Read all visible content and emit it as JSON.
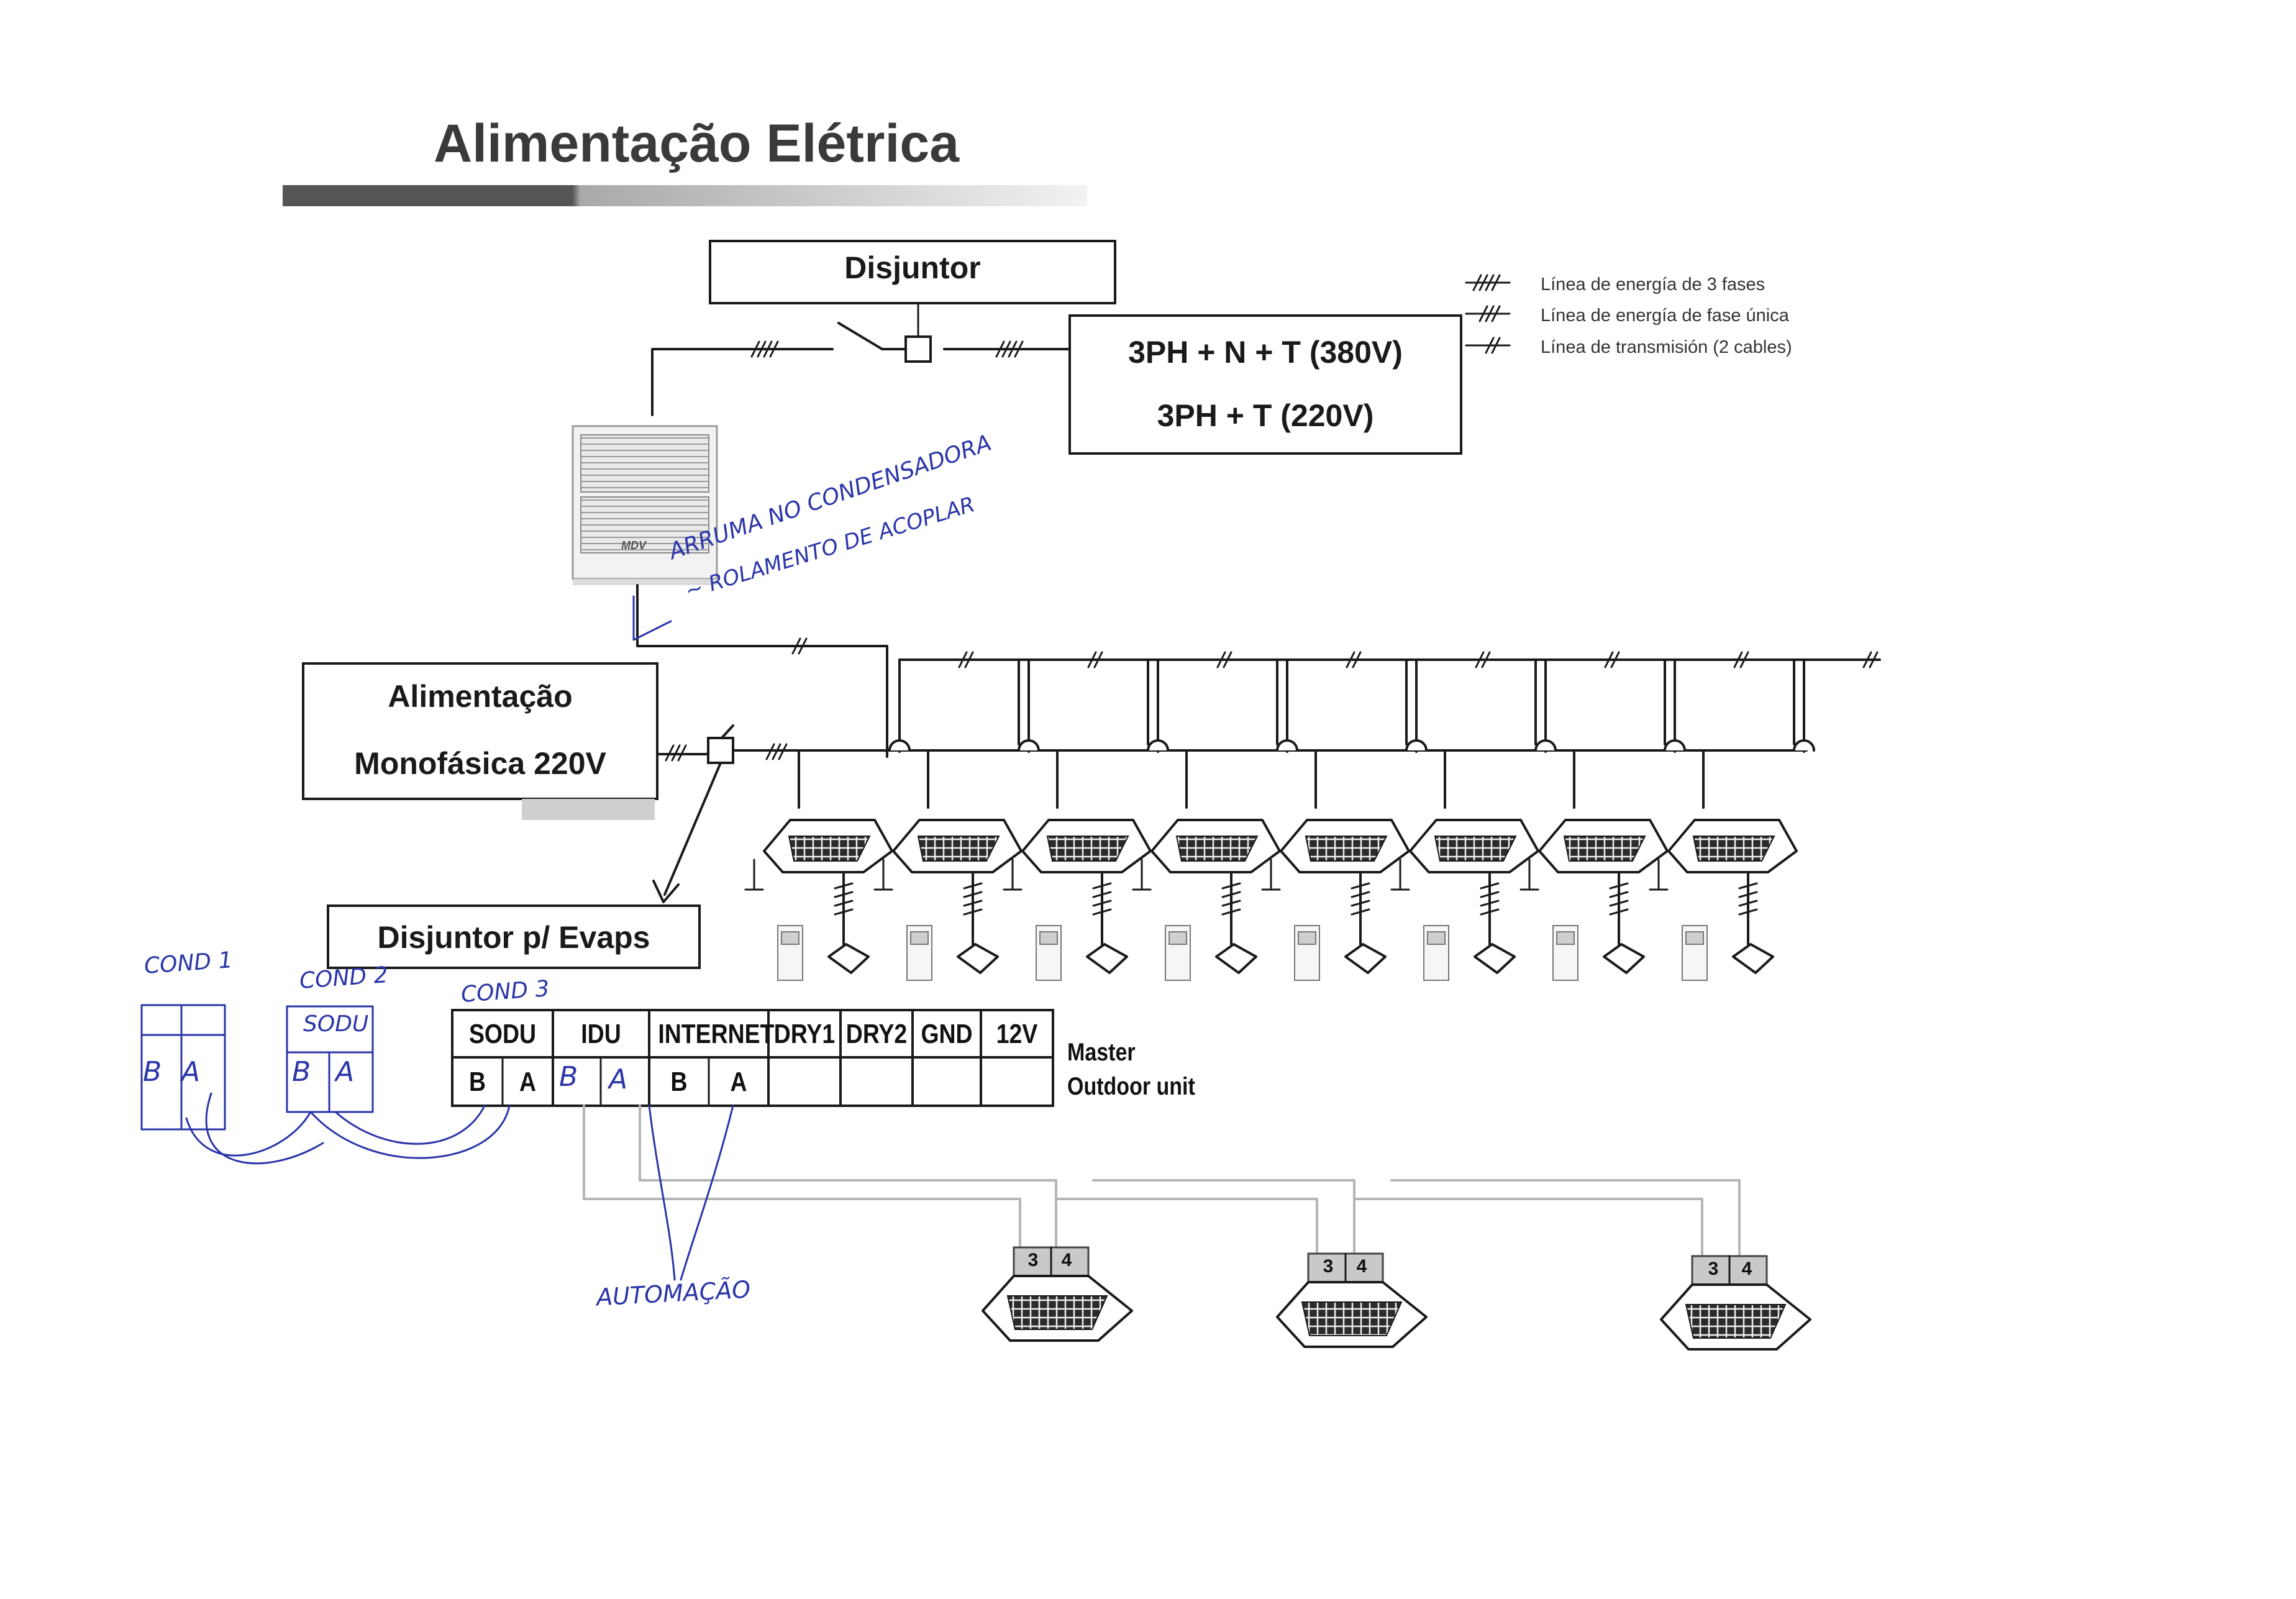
{
  "title": "Alimentação Elétrica",
  "breaker_main": "Disjuntor",
  "power_spec": [
    "3PH + N + T (380V)",
    "3PH + T (220V)"
  ],
  "legend": [
    {
      "symbol": "////",
      "text": "Línea de energía de 3 fases"
    },
    {
      "symbol": "///",
      "text": "Línea de energía de fase única"
    },
    {
      "symbol": "//",
      "text": "Línea de transmisión (2 cables)"
    }
  ],
  "single_phase_box": [
    "Alimentação",
    "Monofásica 220V"
  ],
  "evap_breaker": "Disjuntor p/ Evaps",
  "outdoor_unit_brand": "MDV",
  "terminal_block": {
    "headers": [
      "SODU",
      "IDU",
      "INTERNET",
      "DRY1",
      "DRY2",
      "GND",
      "12V"
    ],
    "values": [
      "B",
      "A",
      "B",
      "A",
      "B",
      "A"
    ],
    "label": [
      "Master",
      "Outdoor unit"
    ]
  },
  "cassette_terminals": [
    "3",
    "4"
  ],
  "handwritten": {
    "note_line1": "ARRUMA NO CONDENSADORA",
    "note_line2": "~ ROLAMENTO DE ACOPLAR",
    "cond1": "COND 1",
    "cond2": "COND 2",
    "cond3": "COND 3",
    "sodu": "SODU",
    "b": "B",
    "a": "A",
    "automacao": "AUTOMAÇÃO"
  },
  "colors": {
    "ink": "#1a1a1a",
    "pen": "#2a35a8",
    "bar_dark": "#555555",
    "bar_light": "#cfcfcf"
  }
}
